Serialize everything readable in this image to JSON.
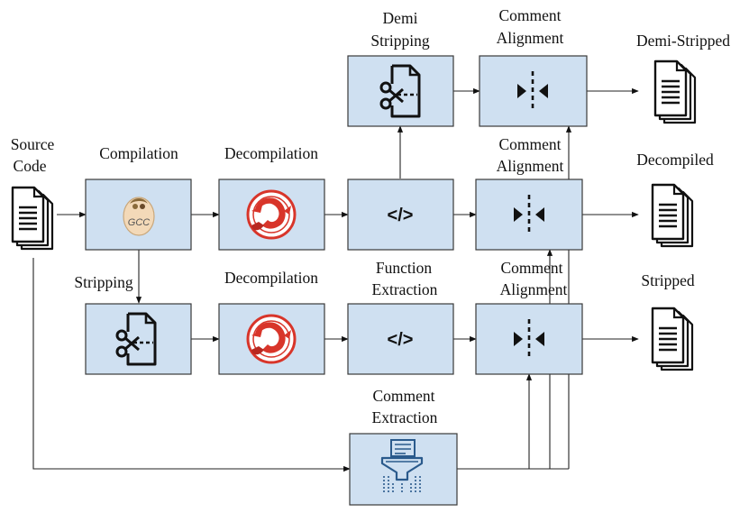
{
  "labels": {
    "demi_stripping": [
      "Demi",
      "Stripping"
    ],
    "comment_alignment_top": [
      "Comment",
      "Alignment"
    ],
    "demi_stripped_output": "Demi-Stripped",
    "source_code": [
      "Source",
      "Code"
    ],
    "compilation": "Compilation",
    "decompilation_top": "Decompilation",
    "comment_alignment_mid": [
      "Comment",
      "Alignment"
    ],
    "decompiled_output": "Decompiled",
    "stripping": "Stripping",
    "decompilation_bottom": "Decompilation",
    "function_extraction": [
      "Function",
      "Extraction"
    ],
    "comment_alignment_bottom": [
      "Comment",
      "Alignment"
    ],
    "stripped_output": "Stripped",
    "comment_extraction": [
      "Comment",
      "Extraction"
    ]
  },
  "glyphs": {
    "code": "</>",
    "gcc": "GCC"
  },
  "icons": {
    "document": "document-stack-icon",
    "compiler": "gcc-icon",
    "decompiler": "dragon-icon",
    "strip": "scissors-file-icon",
    "code": "code-brackets-icon",
    "align": "alignment-arrows-icon",
    "filter": "funnel-filter-icon"
  },
  "colors": {
    "box_fill": "#cfe0f1",
    "box_stroke": "#3a3a3a",
    "dragon_red": "#d8352a",
    "funnel_blue": "#2a5a8c"
  }
}
